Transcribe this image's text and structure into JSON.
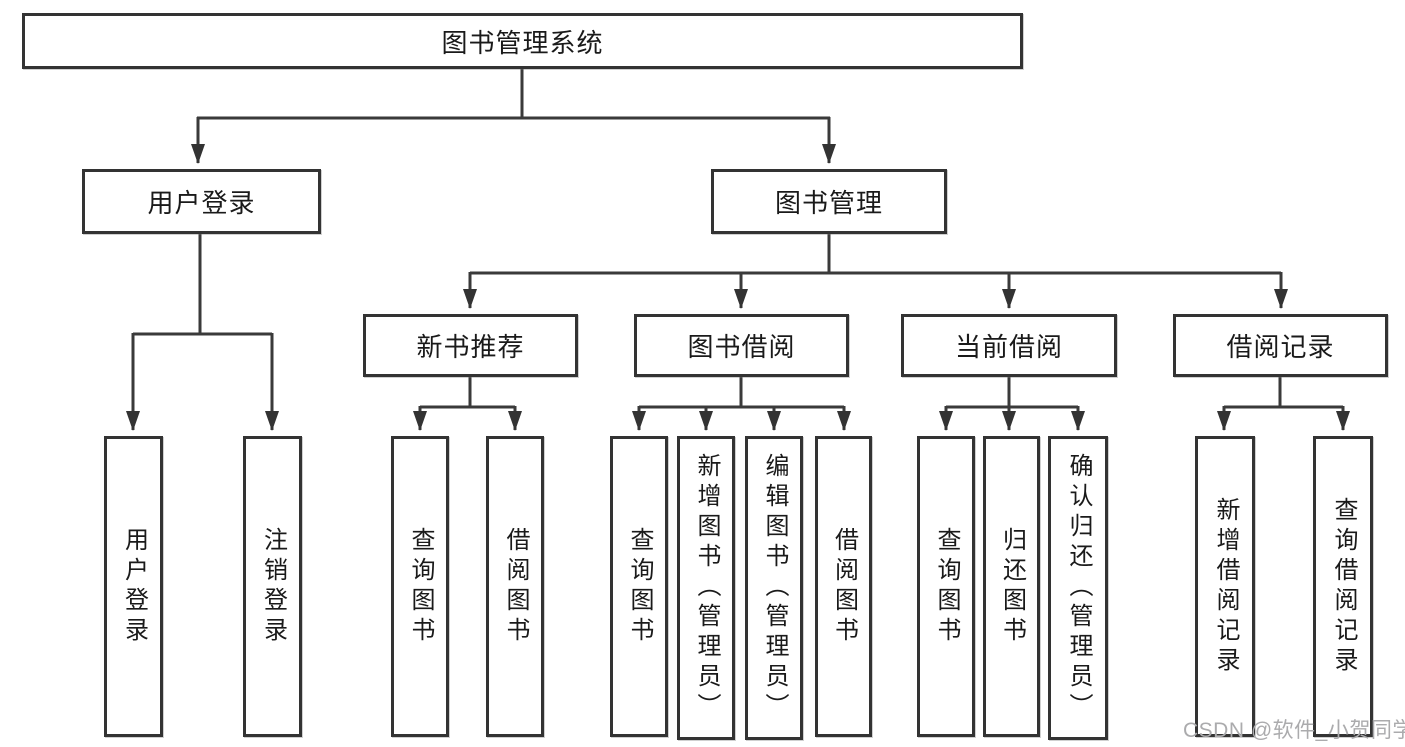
{
  "diagram": {
    "title": "图书管理系统",
    "groups": [
      {
        "label": "用户登录",
        "leaves": [
          "用户登录",
          "注销登录"
        ]
      },
      {
        "label": "图书管理",
        "sections": [
          {
            "label": "新书推荐",
            "leaves": [
              "查询图书",
              "借阅图书"
            ]
          },
          {
            "label": "图书借阅",
            "leaves": [
              "查询图书",
              "新增图书（管理员）",
              "编辑图书（管理员）",
              "借阅图书"
            ]
          },
          {
            "label": "当前借阅",
            "leaves": [
              "查询图书",
              "归还图书",
              "确认归还（管理员）"
            ]
          },
          {
            "label": "借阅记录",
            "leaves": [
              "新增借阅记录",
              "查询借阅记录"
            ]
          }
        ]
      }
    ]
  },
  "watermark": {
    "text": "CSDN @软件_小贺同学"
  },
  "colors": {
    "line": "#3a3a3a",
    "box_border": "#333333",
    "box_background": "#ffffff",
    "text": "#1a1a1a",
    "page_background": "#ffffff",
    "watermark_text": "#ababad"
  }
}
